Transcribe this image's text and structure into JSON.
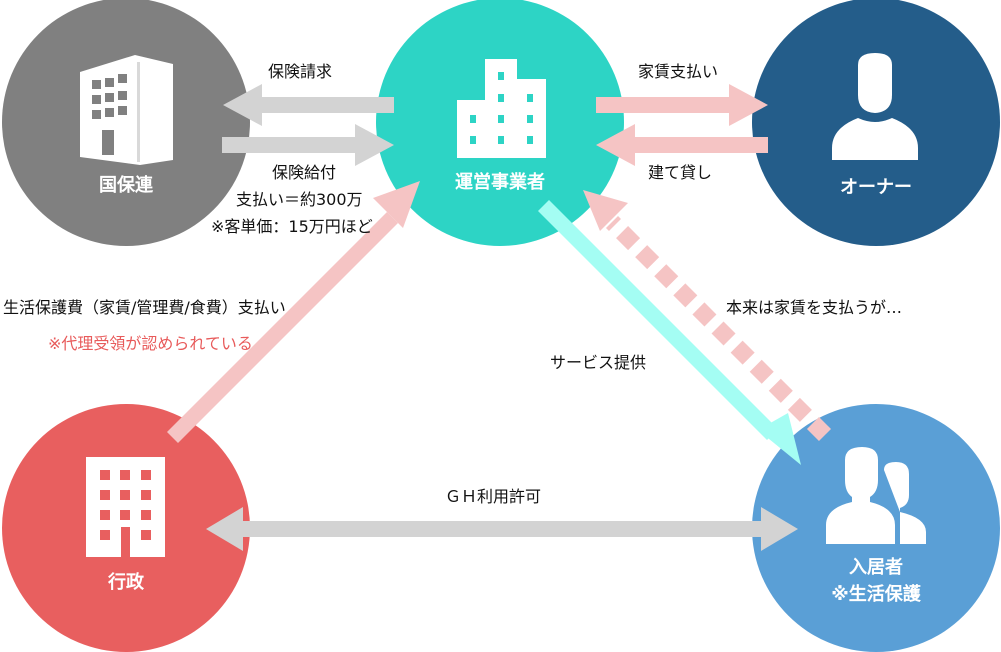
{
  "colors": {
    "kokuhoren": "#808080",
    "operator": "#2dd4c5",
    "owner": "#245d8a",
    "government": "#e85f5f",
    "resident": "#5a9fd6",
    "gray_arrow": "#d3d3d3",
    "pink_arrow": "#f5c4c4",
    "cyan_arrow": "#a4fdf3",
    "note_red": "#e85b5b"
  },
  "nodes": {
    "kokuhoren": {
      "label": "国保連",
      "icon": "building-icon"
    },
    "operator": {
      "label": "運営事業者",
      "icon": "office-building-icon"
    },
    "owner": {
      "label": "オーナー",
      "icon": "person-icon"
    },
    "government": {
      "label": "行政",
      "icon": "building-icon"
    },
    "resident": {
      "label_line1": "入居者",
      "label_line2": "※生活保護",
      "icon": "people-icon"
    }
  },
  "edges": {
    "insurance_claim": "保険請求",
    "insurance_benefit": "保険給付",
    "payment_amount": "支払い＝約300万",
    "unit_price": "※客単価：15万円ほど",
    "rent_payment": "家賃支払い",
    "build_lease": "建て貸し",
    "welfare_payment": "生活保護費（家賃/管理費/食費）支払い",
    "proxy_receipt": "※代理受領が認められている",
    "service_provision": "サービス提供",
    "originally_pays": "本来は家賃を支払うが…",
    "gh_permission": "ＧＨ利用許可"
  }
}
